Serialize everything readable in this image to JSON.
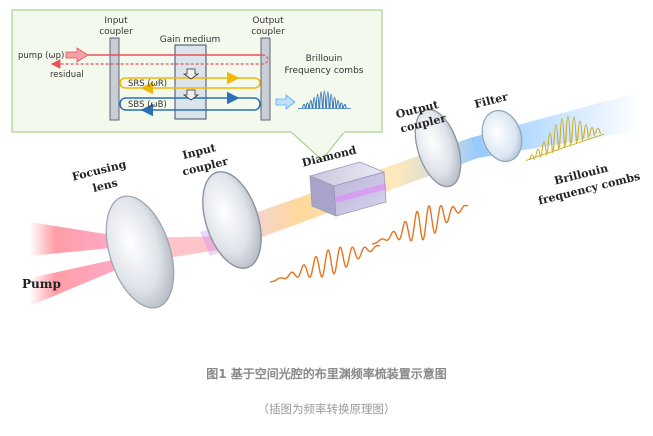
{
  "inset": {
    "input_coupler": [
      "Input",
      "coupler"
    ],
    "gain_medium": "Gain medium",
    "output_coupler": [
      "Output",
      "coupler"
    ],
    "pump": "pump (ωp)",
    "residual": "residual",
    "srs": "SRS (ωR)",
    "sbs": "SBS (ωB)",
    "combs": [
      "Brillouin",
      "Frequency combs"
    ]
  },
  "main": {
    "pump": "Pump",
    "focusing_lens": [
      "Focusing",
      "lens"
    ],
    "input_coupler": [
      "Input",
      "coupler"
    ],
    "diamond": "Diamond",
    "output_coupler": [
      "Output",
      "coupler"
    ],
    "filter": "Filter",
    "combs": [
      "Brillouin",
      "frequency combs"
    ]
  },
  "caption": {
    "title": "图1 基于空间光腔的布里渊频率梳装置示意图",
    "subtitle": "（插图为频率转换原理图）"
  },
  "colors": {
    "inset_border": "#a9d18e",
    "inset_bg": "#f4f9ee",
    "pump_red": "#e8505b",
    "srs_yellow": "#f2b705",
    "sbs_blue": "#2a6fb8",
    "laser_blue": "#5aa9ff",
    "wave_orange": "#e8731e"
  }
}
